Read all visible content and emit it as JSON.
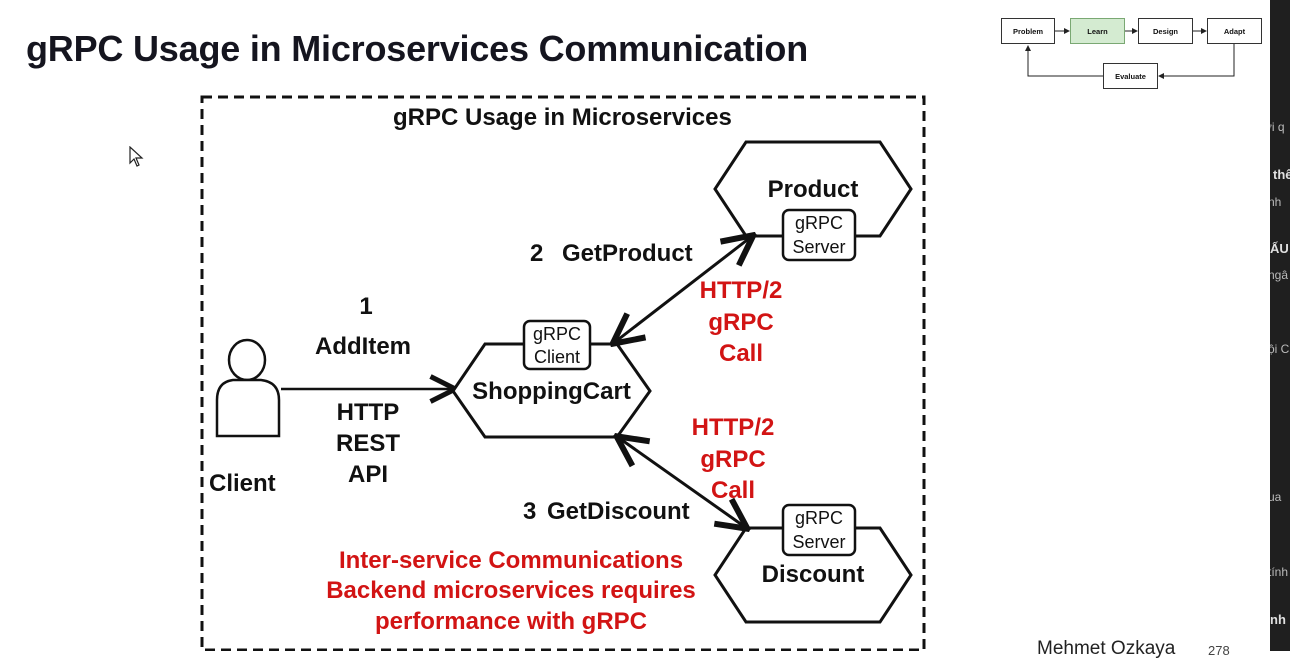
{
  "slide": {
    "title": "gRPC Usage in Microservices Communication",
    "footer_name": "Mehmet Ozkaya",
    "page_number": "278"
  },
  "flowchart": {
    "steps": [
      "Problem",
      "Learn",
      "Design",
      "Adapt"
    ],
    "evaluate": "Evaluate",
    "active_step": "Learn",
    "active_color": "#d4ebd1"
  },
  "diagram": {
    "title": "gRPC Usage in Microservices",
    "client_label": "Client",
    "step1_number": "1",
    "step1_label": "AddItem",
    "rest_line1": "HTTP",
    "rest_line2": "REST",
    "rest_line3": "API",
    "shopping_cart": "ShoppingCart",
    "grpc_client_line1": "gRPC",
    "grpc_client_line2": "Client",
    "product": "Product",
    "product_server_line1": "gRPC",
    "product_server_line2": "Server",
    "discount": "Discount",
    "discount_server_line1": "gRPC",
    "discount_server_line2": "Server",
    "step2_number": "2",
    "step2_label": "GetProduct",
    "step3_number": "3",
    "step3_label": "GetDiscount",
    "call1_line1": "HTTP/2",
    "call1_line2": "gRPC",
    "call1_line3": "Call",
    "call2_line1": "HTTP/2",
    "call2_line2": "gRPC",
    "call2_line3": "Call",
    "note_line1": "Inter-service Communications",
    "note_line2": "Backend microservices requires",
    "note_line3": "performance with gRPC",
    "accent_color": "#d21414"
  },
  "side_panel": {
    "fragments": [
      "ới q",
      "thể",
      "nh",
      "ẤU",
      "ngâ",
      "ội C",
      "ua",
      "tính",
      "nh"
    ]
  },
  "icons": {
    "cursor": "mouse-pointer-icon",
    "client": "user-icon"
  }
}
